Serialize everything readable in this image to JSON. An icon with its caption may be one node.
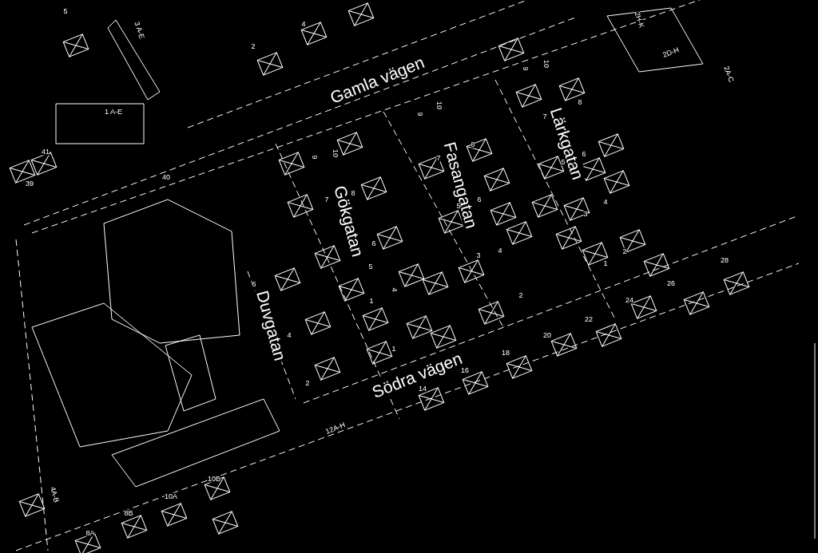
{
  "diagram": {
    "labels": [
      "5",
      "4",
      "3 A-E",
      "2H-K",
      "2",
      "2D-H",
      "10",
      "9",
      "2A-C",
      "Gamla vägen",
      "10",
      "8",
      "1 A-E",
      "9",
      "7",
      "Lärkgatan",
      "41",
      "8",
      "9",
      "10",
      "6",
      "7",
      "5",
      "40",
      "39",
      "Fasangatan",
      "8",
      "7",
      "6",
      "4",
      "Gökgatan",
      "5",
      "3",
      "6",
      "5",
      "4",
      "4",
      "2",
      "28",
      "3",
      "1",
      "6",
      "2",
      "4",
      "26",
      "Duvgatan",
      "24",
      "22",
      "1",
      "20",
      "2",
      "1",
      "18",
      "Södra vägen",
      "16",
      "14",
      "12A-H",
      "10B",
      "4A-B",
      "10A",
      "8B",
      "8A"
    ]
  }
}
